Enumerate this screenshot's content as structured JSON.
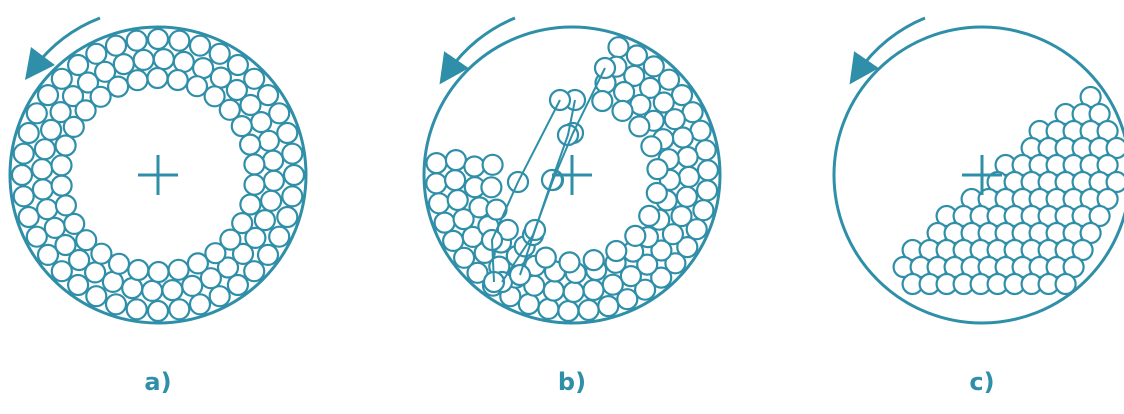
{
  "colors": {
    "stroke": "#2f8fa8",
    "label": "#2f8fa8",
    "background": "#ffffff"
  },
  "panels": [
    {
      "id": "a",
      "label": "a)",
      "regime": "uniform-ring",
      "rotation": "counterclockwise"
    },
    {
      "id": "b",
      "label": "b)",
      "regime": "cascading",
      "rotation": "counterclockwise"
    },
    {
      "id": "c",
      "label": "c)",
      "regime": "heaped-mass",
      "rotation": "counterclockwise"
    }
  ]
}
